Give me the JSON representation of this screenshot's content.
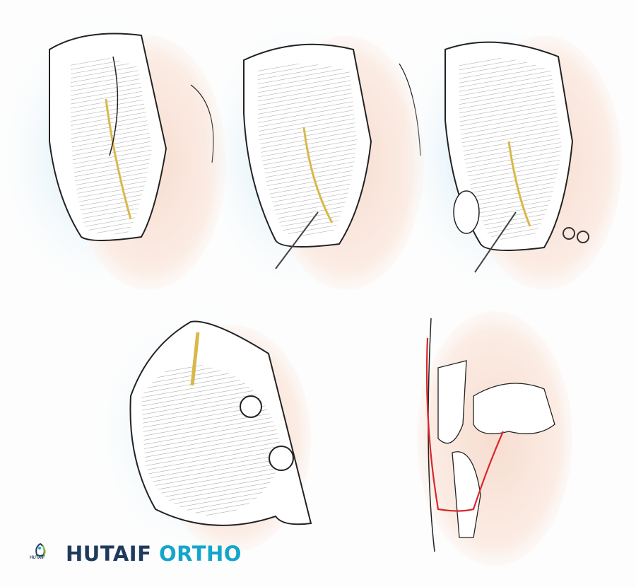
{
  "brand": {
    "part1": "HUTAIF",
    "part2": "ORTHO",
    "logo_text": "HUTAIF",
    "color_primary": "#1f3a5c",
    "color_accent": "#14a6c9"
  },
  "colors": {
    "nerve": "#d9b84a",
    "incision": "#d9262b",
    "skin_tint": "#f7ddd0",
    "shadow_tint": "#bfe3f2"
  }
}
